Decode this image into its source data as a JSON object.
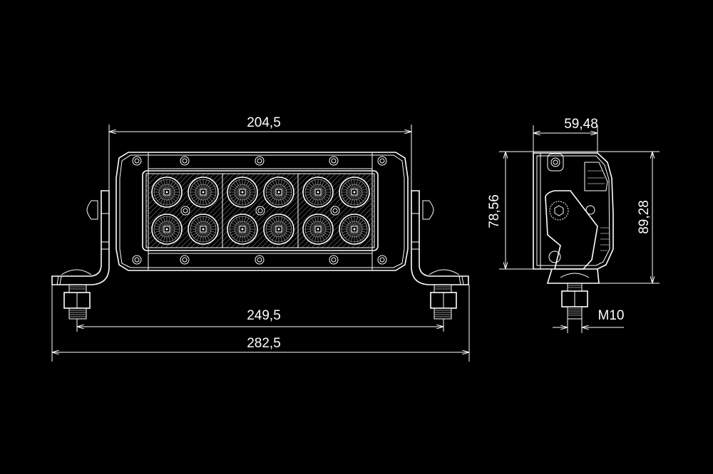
{
  "drawing": {
    "title": "LED light bar dimensional drawing",
    "colors": {
      "background": "#000000",
      "lines": "#ffffff"
    },
    "front_view": {
      "housing_width": "204,5",
      "bolt_spacing": "249,5",
      "overall_width": "282,5",
      "led_count": 12
    },
    "side_view": {
      "depth": "59,48",
      "housing_height": "78,56",
      "overall_height": "89,28",
      "thread": "M10"
    }
  }
}
